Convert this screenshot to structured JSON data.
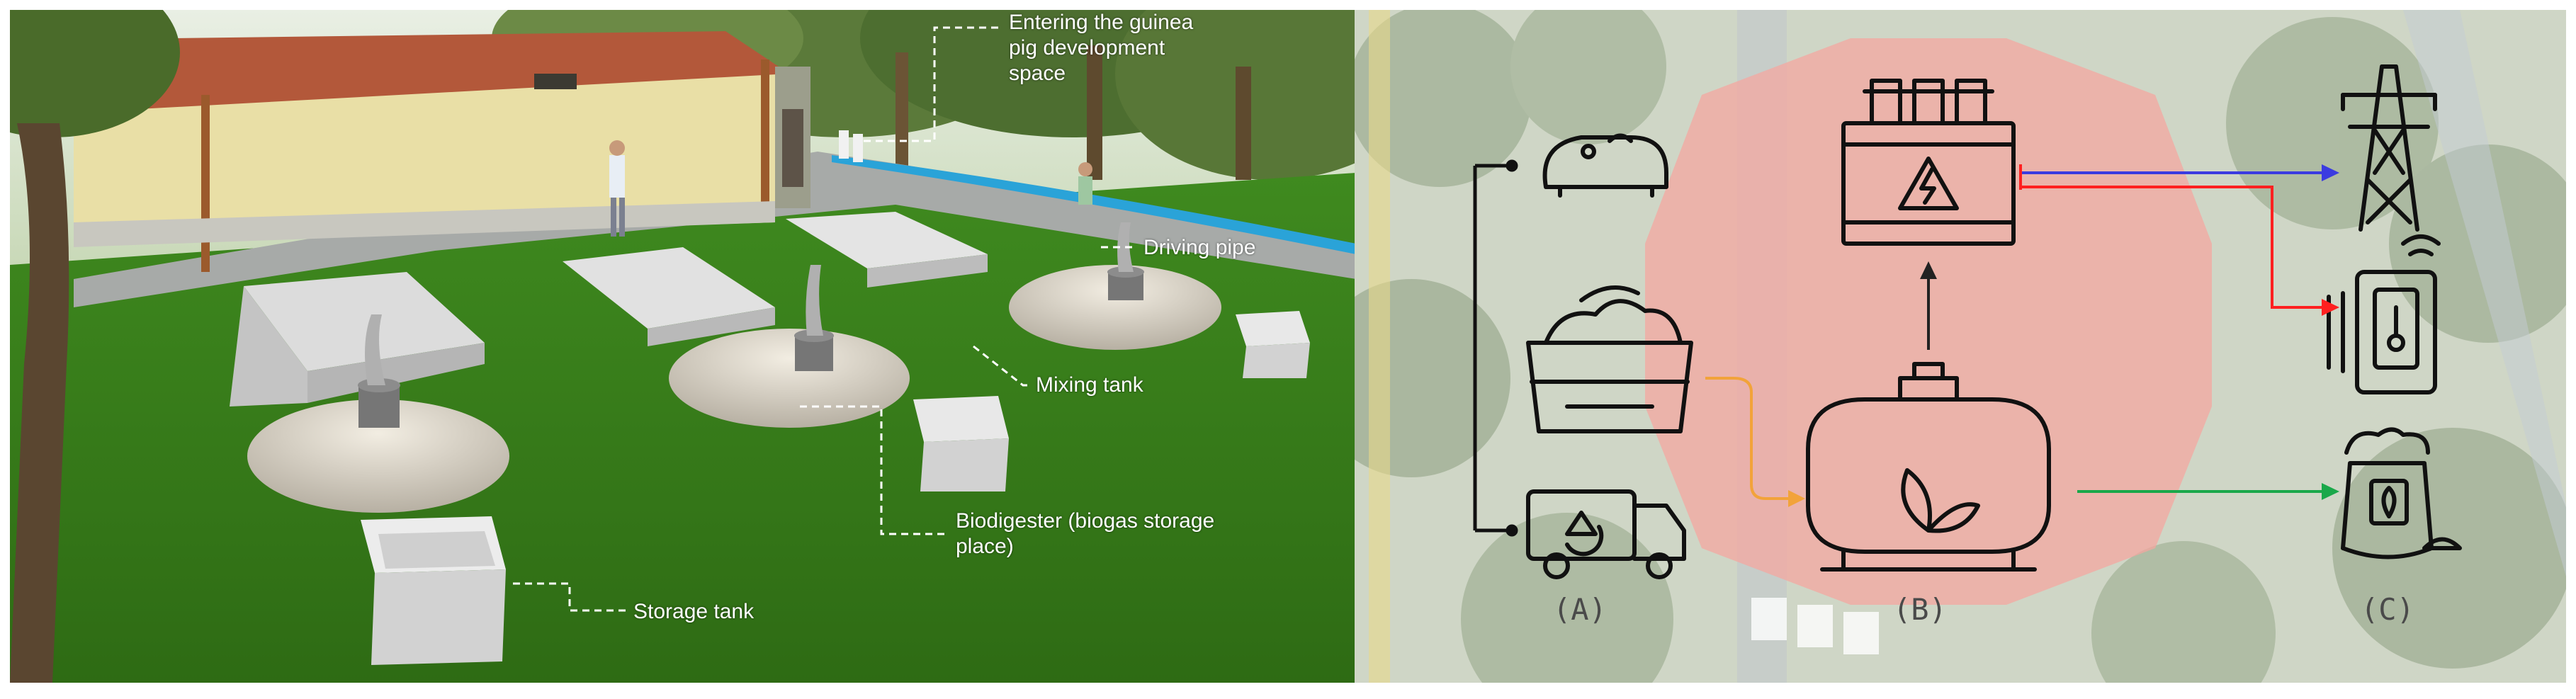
{
  "left_render": {
    "callouts": {
      "entrance": "Entering the guinea\npig development\nspace",
      "driving_pipe": "Driving pipe",
      "mixing_tank": "Mixing tank",
      "biodigester": "Biodigester (biogas storage\nplace)",
      "storage_tank": "Storage tank"
    }
  },
  "right_diagram": {
    "labels": {
      "a": "(A)",
      "b": "(B)",
      "c": "(C)"
    },
    "icons": {
      "column_a": [
        "guinea-pig-icon",
        "manure-bin-icon",
        "recycling-truck-icon"
      ],
      "column_b": [
        "electric-transformer-icon",
        "biogas-tank-icon"
      ],
      "column_c": [
        "power-tower-icon",
        "smart-heater-icon",
        "fertilizer-bag-icon"
      ]
    },
    "arrow_colors": {
      "to_digester": "#f2a33a",
      "to_grid": "#3b3be0",
      "to_heating": "#ff2020",
      "to_fertilizer": "#1aa84a",
      "up_arrow": "#222222"
    },
    "octagon_color": "#f4a7a0"
  }
}
